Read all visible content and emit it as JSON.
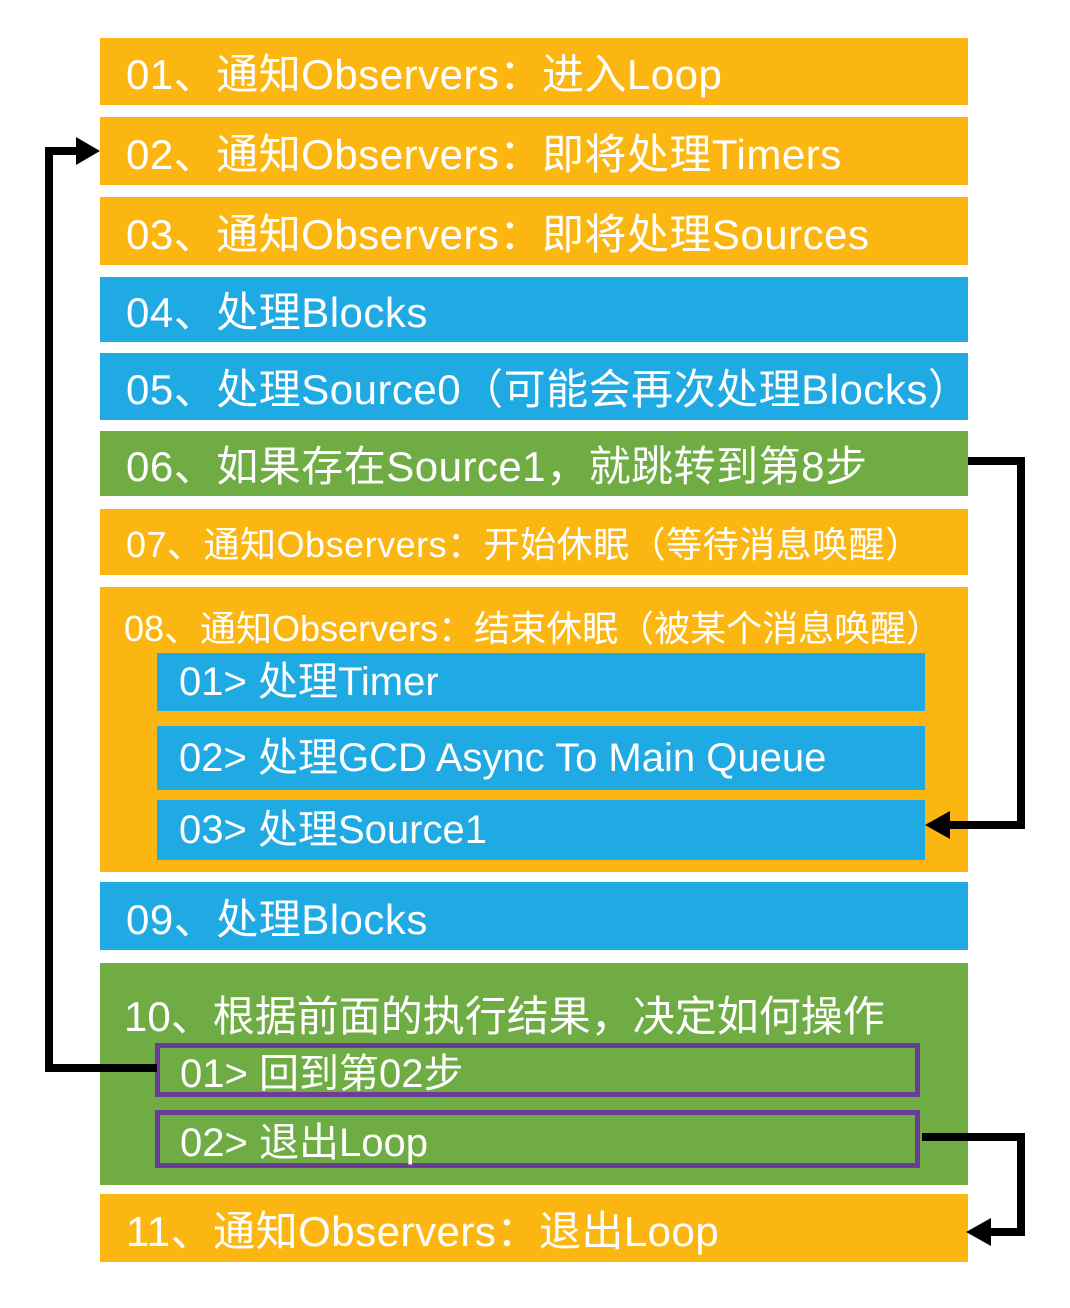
{
  "diagram": {
    "name": "runloop-flow-diagram",
    "colors": {
      "gold": "#FBB612",
      "blue": "#1FAAE3",
      "green": "#6FAC44",
      "purple": "#6C3D97",
      "arrow": "#000000",
      "text": "#FFFFFF"
    },
    "steps": [
      {
        "id": "01",
        "label": "01、通知Observers：进入Loop",
        "color": "gold"
      },
      {
        "id": "02",
        "label": "02、通知Observers：即将处理Timers",
        "color": "gold"
      },
      {
        "id": "03",
        "label": "03、通知Observers：即将处理Sources",
        "color": "gold"
      },
      {
        "id": "04",
        "label": "04、处理Blocks",
        "color": "blue"
      },
      {
        "id": "05",
        "label": "05、处理Source0（可能会再次处理Blocks）",
        "color": "blue"
      },
      {
        "id": "06",
        "label": "06、如果存在Source1，就跳转到第8步",
        "color": "green"
      },
      {
        "id": "07",
        "label": "07、通知Observers：开始休眠（等待消息唤醒）",
        "color": "gold"
      },
      {
        "id": "08",
        "label": "08、通知Observers：结束休眠（被某个消息唤醒）",
        "color": "gold"
      },
      {
        "id": "09",
        "label": "09、处理Blocks",
        "color": "blue"
      },
      {
        "id": "10",
        "label": "10、根据前面的执行结果，决定如何操作",
        "color": "green"
      },
      {
        "id": "11",
        "label": "11、通知Observers：退出Loop",
        "color": "gold"
      }
    ],
    "step08_subitems": [
      {
        "id": "01",
        "label": "01> 处理Timer",
        "color": "blue"
      },
      {
        "id": "02",
        "label": "02> 处理GCD Async To Main Queue",
        "color": "blue"
      },
      {
        "id": "03",
        "label": "03> 处理Source1",
        "color": "blue"
      }
    ],
    "step10_subitems": [
      {
        "id": "01",
        "label": "01> 回到第02步",
        "color": "green",
        "border": "purple"
      },
      {
        "id": "02",
        "label": "02> 退出Loop",
        "color": "green",
        "border": "purple"
      }
    ],
    "arrows": [
      {
        "name": "loop-back-arrow",
        "from": "step-10-sub-01",
        "to": "step-02"
      },
      {
        "name": "jump-to-source1-arrow",
        "from": "step-06",
        "to": "step-08-sub-03"
      },
      {
        "name": "exit-loop-arrow",
        "from": "step-10-sub-02",
        "to": "step-11"
      }
    ]
  }
}
